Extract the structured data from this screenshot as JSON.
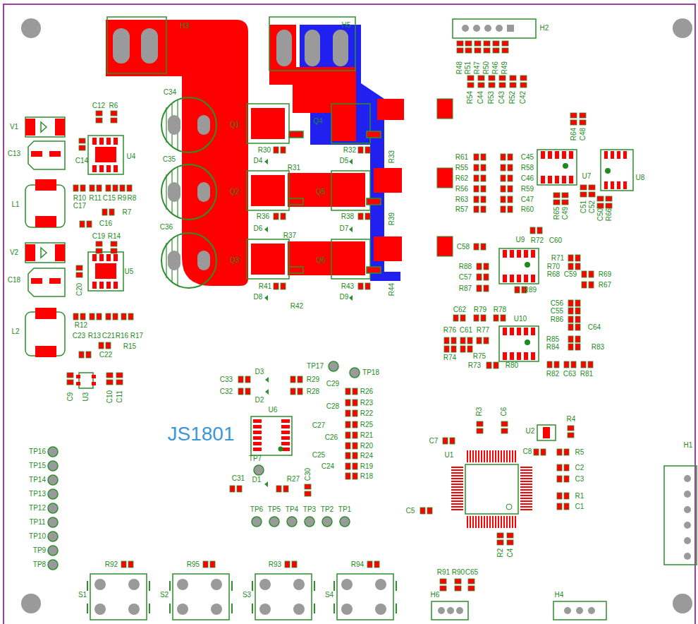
{
  "diagram": {
    "labels": [
      "H3",
      "H5",
      "H2",
      "R48",
      "R51",
      "R47",
      "R50",
      "R46",
      "R49",
      "R54",
      "C44",
      "R53",
      "C43",
      "R52",
      "C42",
      "C12",
      "R6",
      "V1",
      "C34",
      "Q1",
      "Q4",
      "C13",
      "C14",
      "U4",
      "R10",
      "R11",
      "C15",
      "R9",
      "R8",
      "C17",
      "R7",
      "C16",
      "L1",
      "C35",
      "Q2",
      "C36",
      "Q3",
      "R30",
      "D4",
      "R31",
      "R32",
      "D5",
      "R33",
      "Q5",
      "R36",
      "D6",
      "R37",
      "R38",
      "D7",
      "R39",
      "Q6",
      "R41",
      "D8",
      "R42",
      "R43",
      "D9",
      "R44",
      "C19",
      "R14",
      "V2",
      "C18",
      "U5",
      "C20",
      "R12",
      "C23",
      "R13",
      "C21",
      "R16",
      "R17",
      "R15",
      "C22",
      "L2",
      "C9",
      "U3",
      "C10",
      "C11",
      "R61",
      "R55",
      "R62",
      "R56",
      "R63",
      "R57",
      "C45",
      "R58",
      "C46",
      "R59",
      "C47",
      "R60",
      "R64",
      "C48",
      "U7",
      "U8",
      "R65",
      "C49",
      "C51",
      "C52",
      "C50",
      "R66",
      "C58",
      "U9",
      "R72",
      "C60",
      "R71",
      "R70",
      "R69",
      "R68",
      "C59",
      "R67",
      "R88",
      "C57",
      "R87",
      "R89",
      "C62",
      "R79",
      "R78",
      "C56",
      "C55",
      "R86",
      "C64",
      "U10",
      "R76",
      "C61",
      "R77",
      "R85",
      "R84",
      "R83",
      "R74",
      "R75",
      "R73",
      "R80",
      "R82",
      "C63",
      "R81",
      "TP17",
      "TP18",
      "C33",
      "D3",
      "R29",
      "C32",
      "D2",
      "R28",
      "C29",
      "R26",
      "C28",
      "R23",
      "R22",
      "C27",
      "R25",
      "R21",
      "C26",
      "R20",
      "C25",
      "R24",
      "C24",
      "R19",
      "R18",
      "U6",
      "JS1801",
      "TP7",
      "C31",
      "D1",
      "R27",
      "C30",
      "TP6",
      "TP5",
      "TP4",
      "TP3",
      "TP2",
      "TP1",
      "R3",
      "C6",
      "C7",
      "U1",
      "U2",
      "R4",
      "C8",
      "R5",
      "C2",
      "C3",
      "R1",
      "C1",
      "C5",
      "H1",
      "R2",
      "C4",
      "R91",
      "R90",
      "C65",
      "H6",
      "H4",
      "TP16",
      "TP15",
      "TP14",
      "TP13",
      "TP12",
      "TP11",
      "TP10",
      "TP9",
      "TP8",
      "R92",
      "R95",
      "R93",
      "R94",
      "S1",
      "S2",
      "S3",
      "S4"
    ]
  }
}
